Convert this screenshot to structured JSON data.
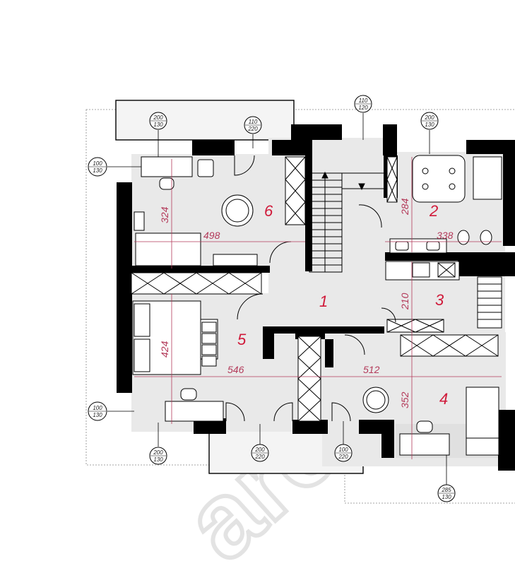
{
  "rooms": [
    {
      "id": "1",
      "label": "1"
    },
    {
      "id": "2",
      "label": "2"
    },
    {
      "id": "3",
      "label": "3"
    },
    {
      "id": "4",
      "label": "4"
    },
    {
      "id": "5",
      "label": "5"
    },
    {
      "id": "6",
      "label": "6"
    }
  ],
  "dimensions": {
    "room6_height": "324",
    "room6_width": "498",
    "room2_height": "284",
    "room2_width": "338",
    "room3_height": "210",
    "room5_height": "424",
    "room5_width": "546",
    "room4_width": "512",
    "room4_height": "352"
  },
  "openings": [
    {
      "id": "window-top-center",
      "top": "110",
      "bottom": "120"
    },
    {
      "id": "window-top-left",
      "top": "200",
      "bottom": "130"
    },
    {
      "id": "door-room6",
      "top": "110",
      "bottom": "220"
    },
    {
      "id": "window-room2",
      "top": "200",
      "bottom": "130"
    },
    {
      "id": "window-left-upper",
      "top": "100",
      "bottom": "130"
    },
    {
      "id": "window-left-lower",
      "top": "100",
      "bottom": "130"
    },
    {
      "id": "window-bottom-left",
      "top": "200",
      "bottom": "130"
    },
    {
      "id": "door-balcony",
      "top": "200",
      "bottom": "220"
    },
    {
      "id": "door-bottom",
      "top": "100",
      "bottom": "220"
    },
    {
      "id": "window-room4",
      "top": "285",
      "bottom": "130"
    }
  ],
  "watermark": "archon",
  "colors": {
    "wall": "#000000",
    "floor": "#e9e9e9",
    "dimension": "#b33a5a",
    "room_number": "#d01a3a"
  }
}
